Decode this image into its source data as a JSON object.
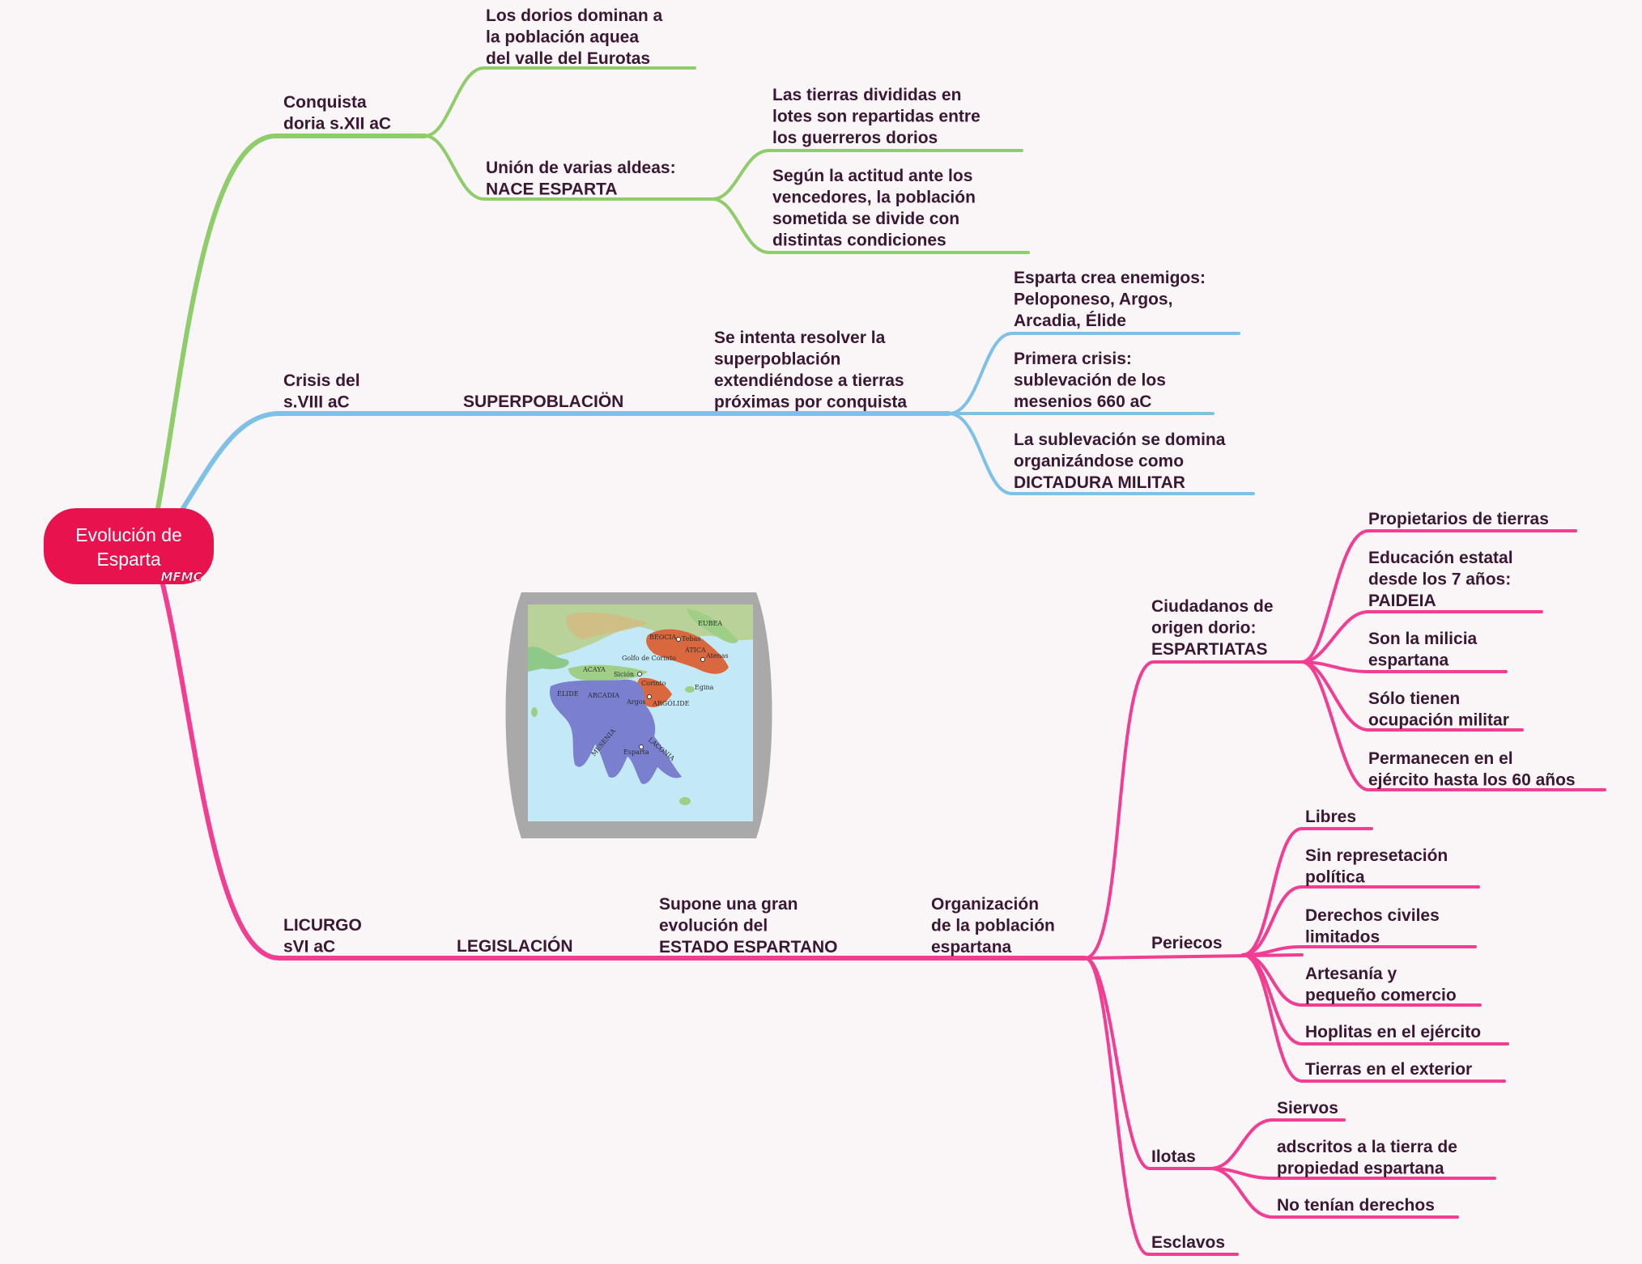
{
  "root": {
    "lines": [
      "Evolución de",
      "Esparta"
    ],
    "signature": "MFMC"
  },
  "labels": {
    "conquista": [
      "Conquista",
      "doria s.XII aC"
    ],
    "dorios": [
      "Los dorios dominan a",
      "la población aquea",
      "del valle del Eurotas"
    ],
    "union": [
      "Unión de varias aldeas:",
      "NACE ESPARTA"
    ],
    "tierras": [
      "Las tierras divididas en",
      "lotes son repartidas entre",
      "los guerreros dorios"
    ],
    "segun": [
      "Según la actitud ante los",
      "vencedores, la población",
      "sometida se divide con",
      "distintas condiciones"
    ],
    "crisis": [
      "Crisis del",
      "s.VIII aC"
    ],
    "superpoblacion": [
      "SUPERPOBLACIÖN"
    ],
    "intenta": [
      "Se intenta resolver la",
      "superpoblación",
      "extendiéndose a tierras",
      "próximas por conquista"
    ],
    "enemigos": [
      "Esparta crea enemigos:",
      "Peloponeso, Argos,",
      "Arcadia, Élide"
    ],
    "primera": [
      "Primera crisis:",
      "sublevación de los",
      "mesenios 660 aC"
    ],
    "domina": [
      "La sublevación se domina",
      "organizándose como",
      "DICTADURA MILITAR"
    ],
    "licurgo": [
      "LICURGO",
      "sVI aC"
    ],
    "legislacion": [
      "LEGISLACIÓN"
    ],
    "supone": [
      "Supone una gran",
      "evolución del",
      "ESTADO ESPARTANO"
    ],
    "organizacion": [
      "Organización",
      "de la población",
      "espartana"
    ],
    "ciudadanos": [
      "Ciudadanos de",
      "origen dorio:",
      "ESPARTIATAS"
    ],
    "propietarios": [
      "Propietarios de tierras"
    ],
    "educacion": [
      "Educación estatal",
      "desde los 7 años:",
      "PAIDEIA"
    ],
    "milicia": [
      "Son la milicia",
      "espartana"
    ],
    "solo": [
      "Sólo tienen",
      "ocupación militar"
    ],
    "permanecen": [
      "Permanecen en el",
      "ejército hasta los 60 años"
    ],
    "periecos": [
      "Periecos"
    ],
    "libres": [
      "Libres"
    ],
    "sinrep": [
      "Sin represetación",
      "política"
    ],
    "derechos": [
      "Derechos civiles",
      "limitados"
    ],
    "artesania": [
      "Artesanía y",
      "pequeño comercio"
    ],
    "hoplitas": [
      "Hoplitas en el ejército"
    ],
    "tierrasext": [
      "Tierras en el exterior"
    ],
    "ilotas": [
      "Ilotas"
    ],
    "siervos": [
      "Siervos"
    ],
    "adscritos": [
      "adscritos a la tierra de",
      "propiedad espartana"
    ],
    "noderechos": [
      "No tenían derechos"
    ],
    "esclavos": [
      "Esclavos"
    ]
  },
  "map_labels": {
    "eubea": "EUBEA",
    "beocia": "BEOCIA",
    "tebas": "Tebas",
    "atica": "ÁTICA",
    "atenas": "Atenas",
    "acaya": "ACAYA",
    "sicion": "Sición",
    "corinto": "Corinto",
    "egina": "Egina",
    "elide": "ÉLIDE",
    "arcadia": "ARCADIA",
    "argos": "Argos",
    "argolide": "ARGÓLIDE",
    "mesenia": "MESENIA",
    "laconia": "LACONIA",
    "esparta": "Esparta",
    "golfo": "Golfo de Corinto"
  },
  "colors": {
    "background": "#faf5f7",
    "root": "#e8124f",
    "green_branch": "#8fcc6a",
    "blue_branch": "#7fc0e6",
    "pink_branch": "#f23d92",
    "text": "#3a1833",
    "map_sea": "#c3e9f7",
    "map_frame": "#a9a9a9",
    "map_peloponnese": "#7a7fce",
    "map_attica": "#d9683e"
  }
}
